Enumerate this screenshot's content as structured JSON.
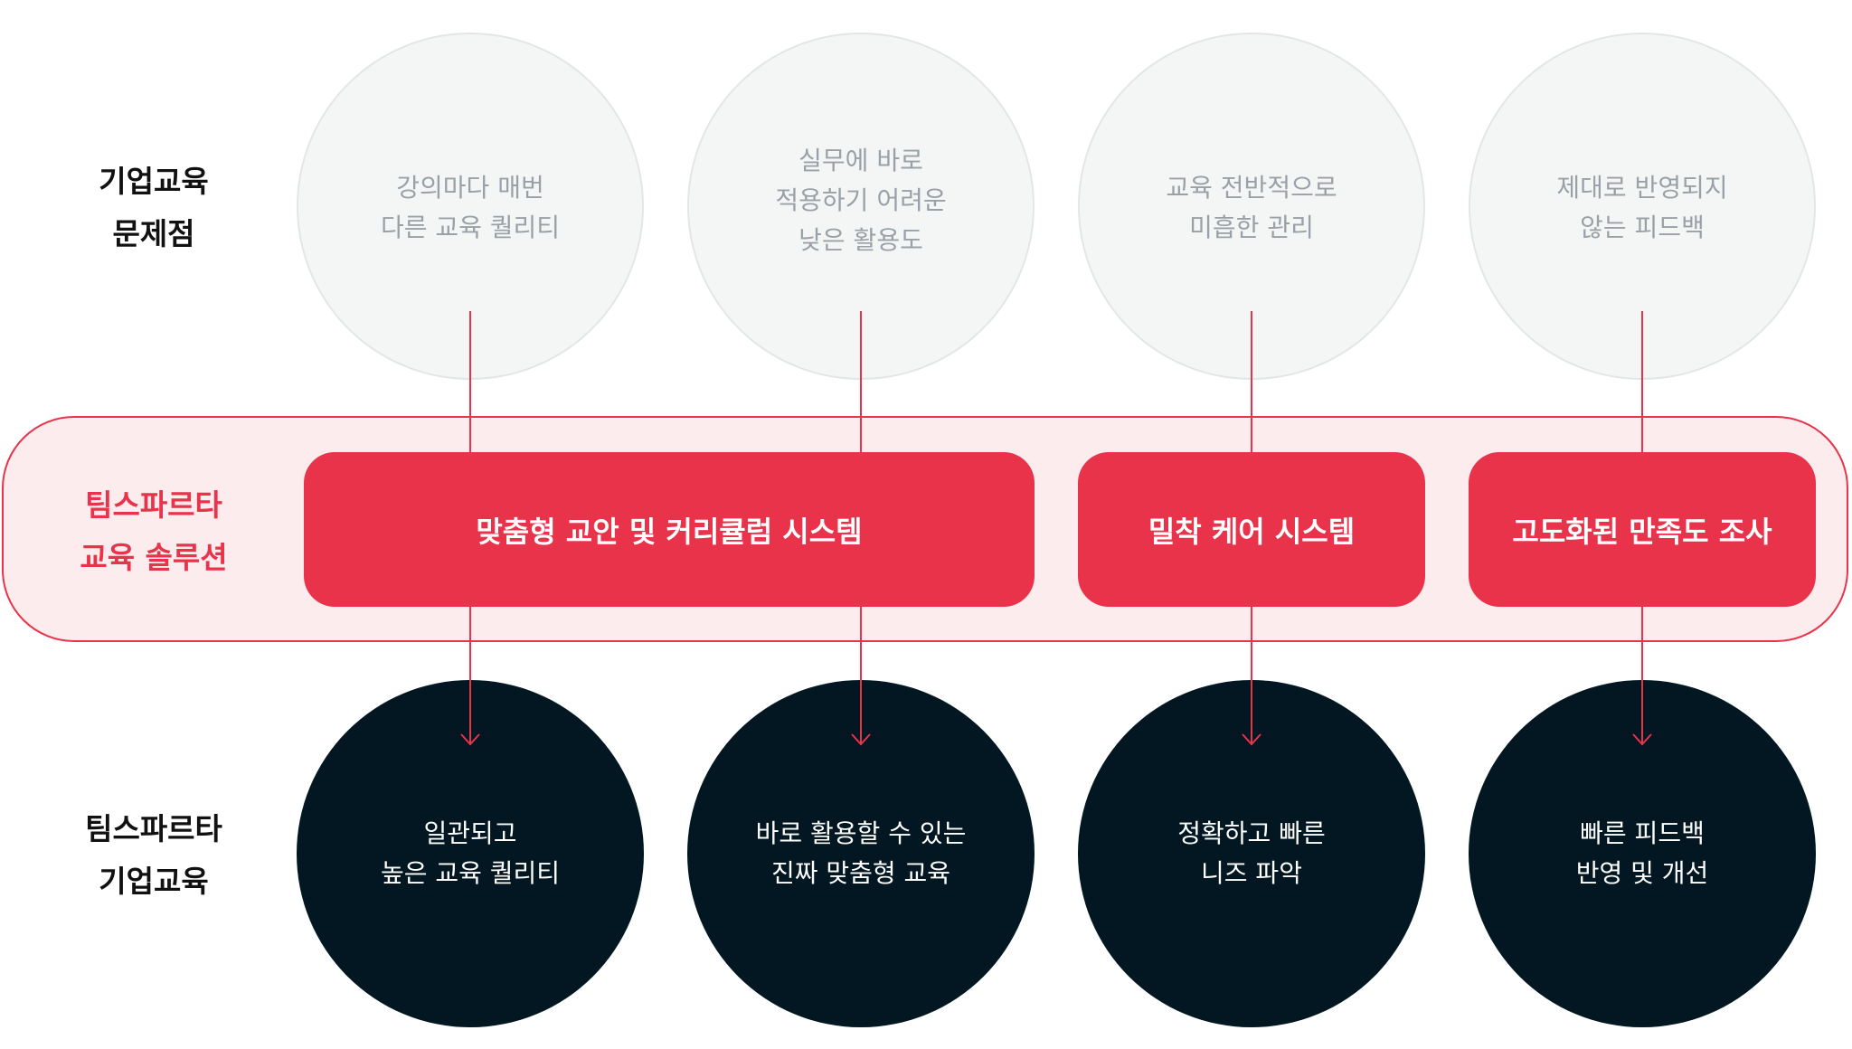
{
  "rows": {
    "problem": [
      "기업교육",
      "문제점"
    ],
    "solution": [
      "팀스파르타",
      "교육 솔루션"
    ],
    "result": [
      "팀스파르타",
      "기업교육"
    ]
  },
  "problems": [
    [
      "강의마다 매번",
      "다른 교육 퀄리티"
    ],
    [
      "실무에 바로",
      "적용하기 어려운",
      "낮은 활용도"
    ],
    [
      "교육 전반적으로",
      "미흡한 관리"
    ],
    [
      "제대로 반영되지",
      "않는 피드백"
    ]
  ],
  "solutions": [
    "맞춤형 교안 및 커리큘럼 시스템",
    "밀착 케어 시스템",
    "고도화된 만족도 조사"
  ],
  "results": [
    [
      "일관되고",
      "높은 교육 퀄리티"
    ],
    [
      "바로 활용할 수 있는",
      "진짜 맞춤형 교육"
    ],
    [
      "정확하고 빠른",
      "니즈 파악"
    ],
    [
      "빠른 피드백",
      "반영 및 개선"
    ]
  ],
  "colors": {
    "accent": "#e8334b",
    "band_fill": "#fdecee",
    "dark": "#021722",
    "problem_fill": "#f4f6f6",
    "problem_text": "#9aa1a6"
  }
}
